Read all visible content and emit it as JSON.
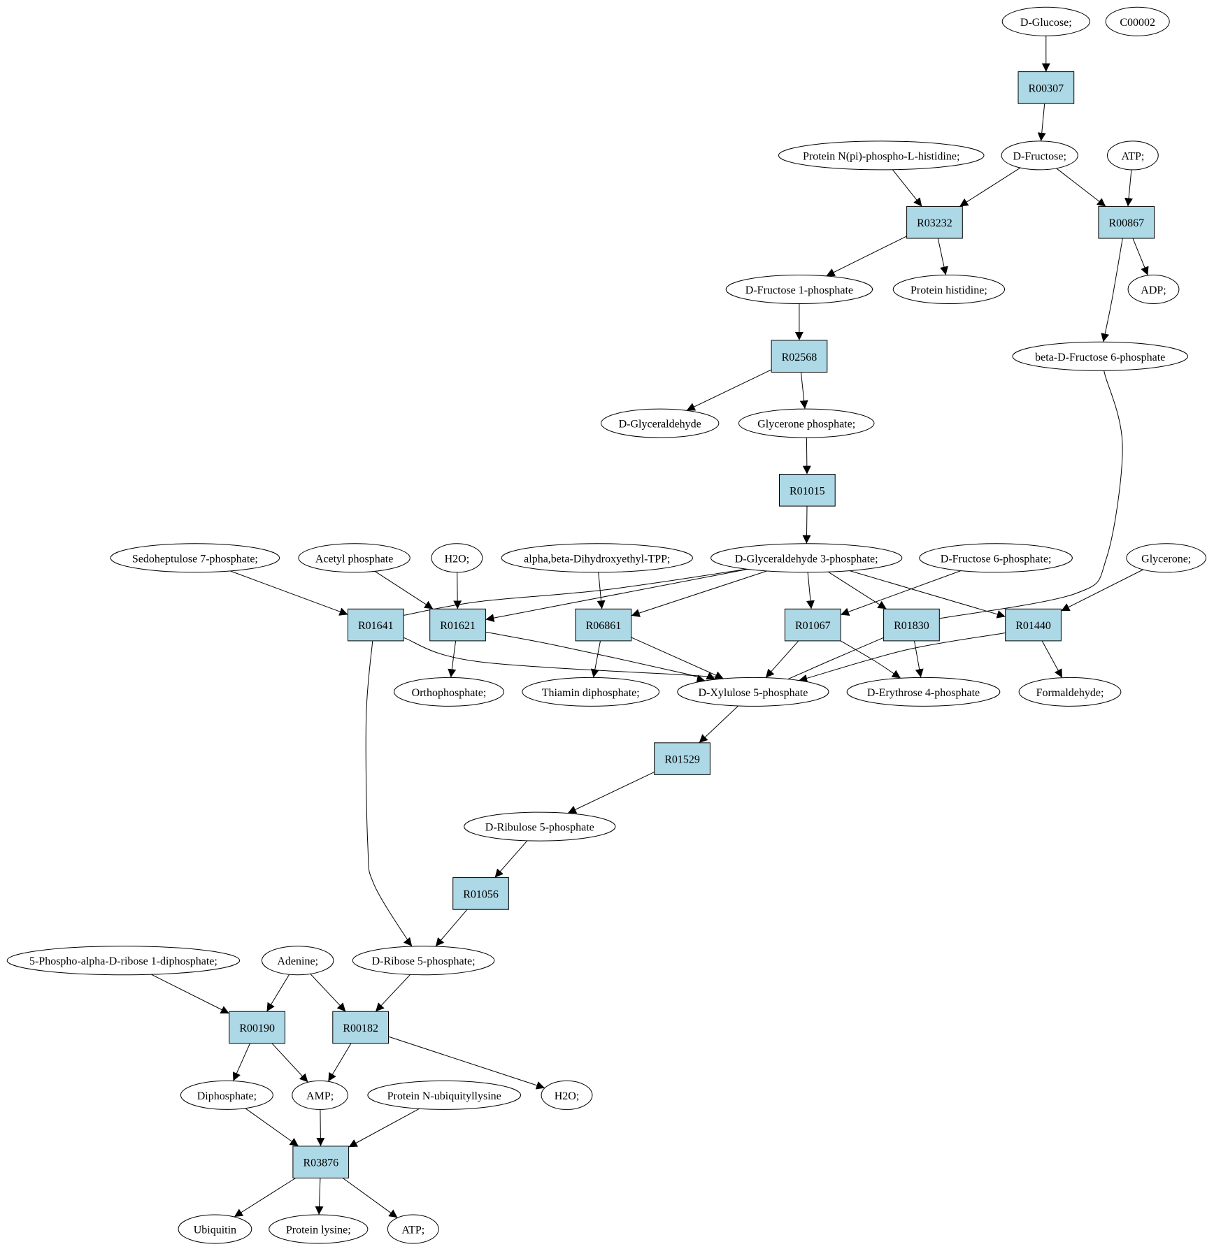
{
  "diagram": {
    "colors": {
      "reaction_fill": "#add8e6",
      "compound_fill": "#ffffff",
      "start_fill": "#00ee00",
      "highlight_fill": "#ffff00"
    },
    "nodes": [
      {
        "id": "dglucose",
        "label": "D-Glucose;",
        "shape": "ellipse",
        "fill": "#00ee00"
      },
      {
        "id": "c00002",
        "label": "C00002",
        "shape": "ellipse",
        "fill": "#ffff00"
      },
      {
        "id": "r00307",
        "label": "R00307",
        "shape": "box"
      },
      {
        "id": "protnpi",
        "label": "Protein N(pi)-phospho-L-histidine;",
        "shape": "ellipse"
      },
      {
        "id": "dfructose",
        "label": "D-Fructose;",
        "shape": "ellipse"
      },
      {
        "id": "atp1",
        "label": "ATP;",
        "shape": "ellipse"
      },
      {
        "id": "r03232",
        "label": "R03232",
        "shape": "box"
      },
      {
        "id": "r00867",
        "label": "R00867",
        "shape": "box"
      },
      {
        "id": "df1p",
        "label": "D-Fructose 1-phosphate",
        "shape": "ellipse"
      },
      {
        "id": "prothis",
        "label": "Protein histidine;",
        "shape": "ellipse"
      },
      {
        "id": "adp",
        "label": "ADP;",
        "shape": "ellipse"
      },
      {
        "id": "r02568",
        "label": "R02568",
        "shape": "box"
      },
      {
        "id": "bdf6p",
        "label": "beta-D-Fructose 6-phosphate",
        "shape": "ellipse"
      },
      {
        "id": "dglyald",
        "label": "D-Glyceraldehyde",
        "shape": "ellipse"
      },
      {
        "id": "glycp",
        "label": "Glycerone phosphate;",
        "shape": "ellipse"
      },
      {
        "id": "r01015",
        "label": "R01015",
        "shape": "box"
      },
      {
        "id": "sed7p",
        "label": "Sedoheptulose 7-phosphate;",
        "shape": "ellipse"
      },
      {
        "id": "acetp",
        "label": "Acetyl phosphate",
        "shape": "ellipse"
      },
      {
        "id": "h2o1",
        "label": "H2O;",
        "shape": "ellipse"
      },
      {
        "id": "abdtpp",
        "label": "alpha,beta-Dihydroxyethyl-TPP;",
        "shape": "ellipse"
      },
      {
        "id": "dga3p",
        "label": "D-Glyceraldehyde 3-phosphate;",
        "shape": "ellipse"
      },
      {
        "id": "df6p",
        "label": "D-Fructose 6-phosphate;",
        "shape": "ellipse"
      },
      {
        "id": "glycerone",
        "label": "Glycerone;",
        "shape": "ellipse"
      },
      {
        "id": "r01641",
        "label": "R01641",
        "shape": "box"
      },
      {
        "id": "r01621",
        "label": "R01621",
        "shape": "box"
      },
      {
        "id": "r06861",
        "label": "R06861",
        "shape": "box"
      },
      {
        "id": "r01067",
        "label": "R01067",
        "shape": "box"
      },
      {
        "id": "r01830",
        "label": "R01830",
        "shape": "box"
      },
      {
        "id": "r01440",
        "label": "R01440",
        "shape": "box"
      },
      {
        "id": "orthop",
        "label": "Orthophosphate;",
        "shape": "ellipse"
      },
      {
        "id": "thdp",
        "label": "Thiamin diphosphate;",
        "shape": "ellipse"
      },
      {
        "id": "dx5p",
        "label": "D-Xylulose 5-phosphate",
        "shape": "ellipse"
      },
      {
        "id": "de4p",
        "label": "D-Erythrose 4-phosphate",
        "shape": "ellipse"
      },
      {
        "id": "formald",
        "label": "Formaldehyde;",
        "shape": "ellipse"
      },
      {
        "id": "r01529",
        "label": "R01529",
        "shape": "box"
      },
      {
        "id": "dru5p",
        "label": "D-Ribulose 5-phosphate",
        "shape": "ellipse"
      },
      {
        "id": "r01056",
        "label": "R01056",
        "shape": "box"
      },
      {
        "id": "prpp",
        "label": "5-Phospho-alpha-D-ribose 1-diphosphate;",
        "shape": "ellipse"
      },
      {
        "id": "adenine",
        "label": "Adenine;",
        "shape": "ellipse"
      },
      {
        "id": "dr5p",
        "label": "D-Ribose 5-phosphate;",
        "shape": "ellipse"
      },
      {
        "id": "r00190",
        "label": "R00190",
        "shape": "box"
      },
      {
        "id": "r00182",
        "label": "R00182",
        "shape": "box"
      },
      {
        "id": "diphos",
        "label": "Diphosphate;",
        "shape": "ellipse"
      },
      {
        "id": "amp",
        "label": "AMP;",
        "shape": "ellipse"
      },
      {
        "id": "protnub",
        "label": "Protein N-ubiquityllysine",
        "shape": "ellipse"
      },
      {
        "id": "h2o2",
        "label": "H2O;",
        "shape": "ellipse"
      },
      {
        "id": "r03876",
        "label": "R03876",
        "shape": "box"
      },
      {
        "id": "ubiq",
        "label": "Ubiquitin",
        "shape": "ellipse"
      },
      {
        "id": "protlys",
        "label": "Protein lysine;",
        "shape": "ellipse"
      },
      {
        "id": "atp2",
        "label": "ATP;",
        "shape": "ellipse"
      }
    ],
    "edges": [
      [
        "dglucose",
        "r00307"
      ],
      [
        "r00307",
        "dfructose"
      ],
      [
        "protnpi",
        "r03232"
      ],
      [
        "dfructose",
        "r03232"
      ],
      [
        "dfructose",
        "r00867"
      ],
      [
        "atp1",
        "r00867"
      ],
      [
        "r03232",
        "df1p"
      ],
      [
        "r03232",
        "prothis"
      ],
      [
        "r00867",
        "adp"
      ],
      [
        "r00867",
        "bdf6p"
      ],
      [
        "df1p",
        "r02568"
      ],
      [
        "r02568",
        "dglyald"
      ],
      [
        "r02568",
        "glycp"
      ],
      [
        "glycp",
        "r01015"
      ],
      [
        "r01015",
        "dga3p"
      ],
      [
        "bdf6p",
        "r01830"
      ],
      [
        "sed7p",
        "r01641"
      ],
      [
        "acetp",
        "r01621"
      ],
      [
        "h2o1",
        "r01621"
      ],
      [
        "abdtpp",
        "r06861"
      ],
      [
        "dga3p",
        "r01641"
      ],
      [
        "dga3p",
        "r01621"
      ],
      [
        "dga3p",
        "r06861"
      ],
      [
        "dga3p",
        "r01067"
      ],
      [
        "dga3p",
        "r01830"
      ],
      [
        "dga3p",
        "r01440"
      ],
      [
        "df6p",
        "r01067"
      ],
      [
        "glycerone",
        "r01440"
      ],
      [
        "r01641",
        "dx5p"
      ],
      [
        "r01641",
        "dr5p"
      ],
      [
        "r01621",
        "orthop"
      ],
      [
        "r01621",
        "dx5p"
      ],
      [
        "r06861",
        "thdp"
      ],
      [
        "r06861",
        "dx5p"
      ],
      [
        "r01067",
        "dx5p"
      ],
      [
        "r01067",
        "de4p"
      ],
      [
        "r01830",
        "dx5p"
      ],
      [
        "r01830",
        "de4p"
      ],
      [
        "r01440",
        "dx5p"
      ],
      [
        "r01440",
        "formald"
      ],
      [
        "dx5p",
        "r01529"
      ],
      [
        "r01529",
        "dru5p"
      ],
      [
        "dru5p",
        "r01056"
      ],
      [
        "r01056",
        "dr5p"
      ],
      [
        "prpp",
        "r00190"
      ],
      [
        "adenine",
        "r00190"
      ],
      [
        "adenine",
        "r00182"
      ],
      [
        "dr5p",
        "r00182"
      ],
      [
        "r00190",
        "diphos"
      ],
      [
        "r00190",
        "amp"
      ],
      [
        "r00182",
        "amp"
      ],
      [
        "r00182",
        "h2o2"
      ],
      [
        "diphos",
        "r03876"
      ],
      [
        "amp",
        "r03876"
      ],
      [
        "protnub",
        "r03876"
      ],
      [
        "r03876",
        "ubiq"
      ],
      [
        "r03876",
        "protlys"
      ],
      [
        "r03876",
        "atp2"
      ]
    ]
  }
}
